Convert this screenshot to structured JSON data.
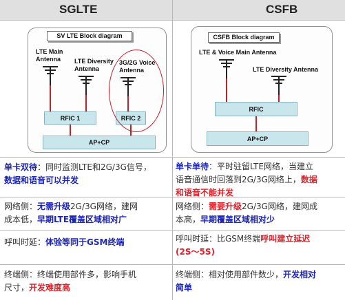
{
  "header": {
    "left_title": "SGLTE",
    "right_title": "CSFB"
  },
  "sglte_diagram": {
    "title": "SV LTE Block diagram",
    "antenna_main": "LTE Main\nAntenna",
    "antenna_diversity": "LTE Diversity\nAntenna",
    "antenna_voice": "3G/2G Voice\nAntenna",
    "rfic1": "RFIC 1",
    "rfic2": "RFIC 2",
    "ap_cp": "AP+CP"
  },
  "csfb_diagram": {
    "title": "CSFB Block diagram",
    "antenna_main": "LTE & Voice Main Antenna",
    "antenna_diversity": "LTE Diversity Antenna",
    "rfic": "RFIC",
    "ap_cp": "AP+CP"
  },
  "rows": {
    "row1_left": [
      {
        "text": "单卡双待",
        "style": "blue"
      },
      {
        "text": "：同时监测LTE和2G/3G信号，",
        "style": "plain"
      },
      {
        "text": "\n",
        "style": "plain"
      },
      {
        "text": "数据和语音可以并发",
        "style": "blue"
      }
    ],
    "row1_right": [
      {
        "text": "单卡单待",
        "style": "blue"
      },
      {
        "text": "：平时驻留LTE网络，当建立",
        "style": "plain"
      },
      {
        "text": "\n",
        "style": "plain"
      },
      {
        "text": "语音通信时回落到2G/3G网络上，",
        "style": "plain"
      },
      {
        "text": "数据",
        "style": "red"
      },
      {
        "text": "\n",
        "style": "plain"
      },
      {
        "text": "和语音不能并发",
        "style": "red"
      }
    ],
    "row2_left": [
      {
        "text": "网络侧：",
        "style": "plain"
      },
      {
        "text": "无需升级",
        "style": "blue"
      },
      {
        "text": "2G/3G网络，建网",
        "style": "plain"
      },
      {
        "text": "\n",
        "style": "plain"
      },
      {
        "text": "成本低，",
        "style": "plain"
      },
      {
        "text": "早期LTE覆盖区域相对广",
        "style": "blue"
      }
    ],
    "row2_right": [
      {
        "text": "网络侧：",
        "style": "plain"
      },
      {
        "text": "需要升级",
        "style": "red"
      },
      {
        "text": "2G/3G网络，建网成",
        "style": "plain"
      },
      {
        "text": "\n",
        "style": "plain"
      },
      {
        "text": "本高，",
        "style": "plain"
      },
      {
        "text": "早期覆盖区域相对少",
        "style": "blue"
      }
    ],
    "row3_left": [
      {
        "text": "呼叫时延：",
        "style": "plain"
      },
      {
        "text": "体验等同于GSM终端",
        "style": "blue"
      }
    ],
    "row3_right": [
      {
        "text": "呼叫时延：比GSM终端",
        "style": "plain"
      },
      {
        "text": "呼叫建立延迟",
        "style": "red"
      },
      {
        "text": "\n",
        "style": "plain"
      },
      {
        "text": "(2S～5S)",
        "style": "red"
      }
    ],
    "row4_left": [
      {
        "text": "终端侧：终端使用部件多，影响手机",
        "style": "plain"
      },
      {
        "text": "\n",
        "style": "plain"
      },
      {
        "text": "尺寸，",
        "style": "plain"
      },
      {
        "text": "开发难度高",
        "style": "red"
      }
    ],
    "row4_right": [
      {
        "text": "终端侧：相对使用部件数少，",
        "style": "plain"
      },
      {
        "text": "开发相对",
        "style": "blue"
      },
      {
        "text": "\n",
        "style": "plain"
      },
      {
        "text": "简单",
        "style": "blue"
      }
    ]
  },
  "colors": {
    "blue_emphasis": "#1c25b4",
    "red_emphasis": "#e0202a",
    "block_fill": "#c8e6ec",
    "signal_line": "#c0202a"
  }
}
